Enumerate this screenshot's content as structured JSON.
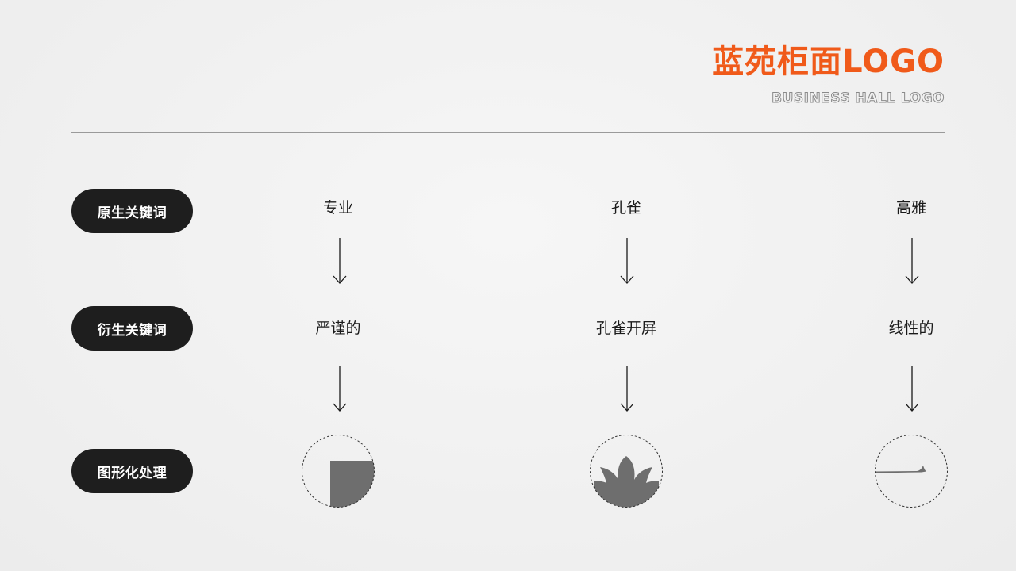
{
  "header": {
    "title": "蓝苑柜面LOGO",
    "subtitle": "BUSINESS HALL LOGO"
  },
  "rows": {
    "original_keywords_label": "原生关键词",
    "derived_keywords_label": "衍生关键词",
    "graphic_processing_label": "图形化处理"
  },
  "columns": [
    {
      "original": "专业",
      "derived": "严谨的",
      "icon": "square-in-circle-icon"
    },
    {
      "original": "孔雀",
      "derived": "孔雀开屏",
      "icon": "peacock-fan-icon"
    },
    {
      "original": "高雅",
      "derived": "线性的",
      "icon": "linear-stroke-icon"
    }
  ],
  "colors": {
    "accent": "#f05a1a",
    "pill_bg": "#1e1e1e",
    "shape_fill": "#6e6e6e",
    "background": "#f1f1f1"
  }
}
